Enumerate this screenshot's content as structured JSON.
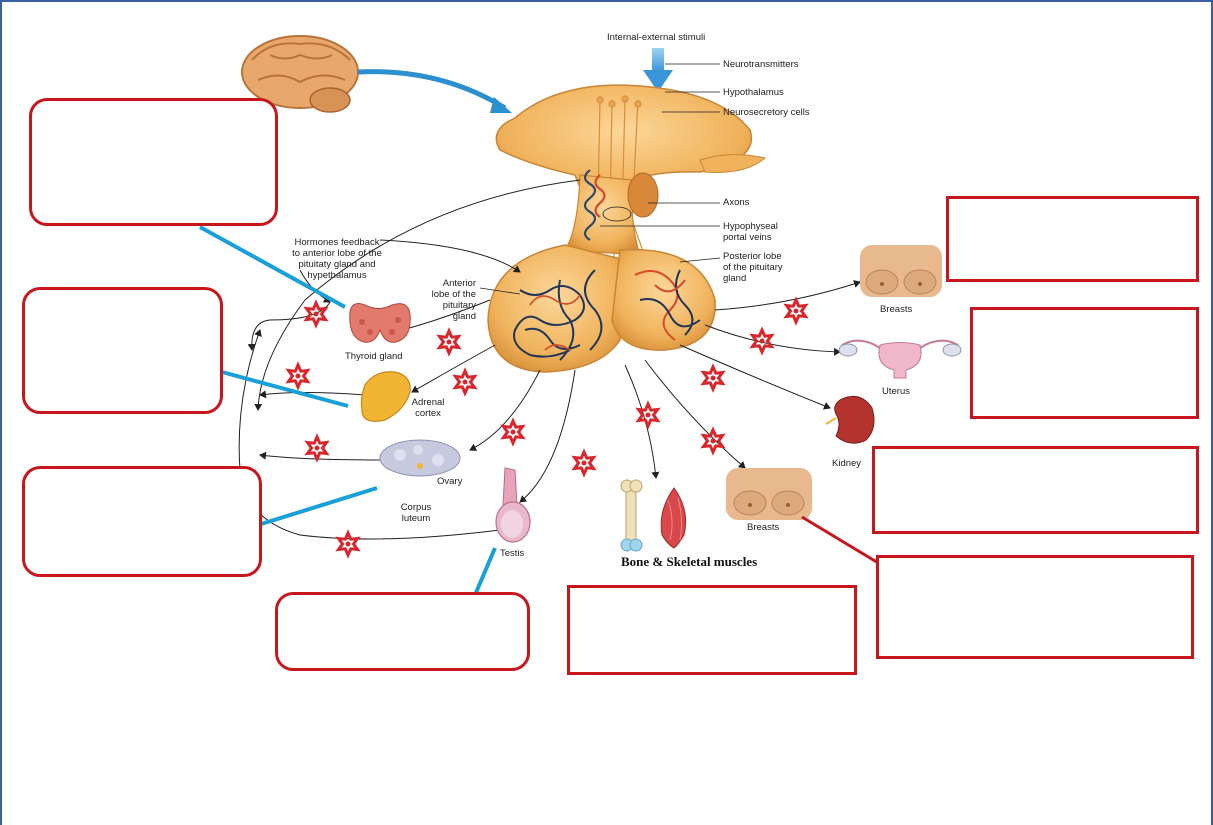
{
  "labels": {
    "stimuli": "Internal-external stimuli",
    "neurotransmitters": "Neurotransmitters",
    "hypothalamus": "Hypothalamus",
    "neurosecretory": "Neurosecretory cells",
    "axons": "Axons",
    "portal_veins": "Hypophyseal\nportal veins",
    "posterior_lobe": "Posterior lobe\nof the pituitary\ngland",
    "anterior_lobe": "Anterior\nlobe of the\npituitary\ngland",
    "feedback": "Hormones feedback\nto anterior lobe of the\npituitaty gland and\nhypethalamus",
    "thyroid": "Thyroid gland",
    "adrenal": "Adrenal\ncortex",
    "ovary": "Ovary",
    "corpus_luteum": "Corpus\nluteum",
    "testis": "Testis",
    "bone_muscle": "Bone & Skeletal muscles",
    "breasts_top": "Breasts",
    "uterus": "Uterus",
    "kidney": "Kidney",
    "breasts_bottom": "Breasts"
  },
  "answer_boxes": [
    {
      "id": "box-1",
      "text": ""
    },
    {
      "id": "box-2",
      "text": ""
    },
    {
      "id": "box-3",
      "text": ""
    },
    {
      "id": "box-4",
      "text": ""
    },
    {
      "id": "box-5",
      "text": ""
    },
    {
      "id": "box-6",
      "text": ""
    },
    {
      "id": "box-7",
      "text": ""
    },
    {
      "id": "box-8",
      "text": ""
    },
    {
      "id": "box-9",
      "text": ""
    }
  ],
  "colors": {
    "box_border": "#c8161d",
    "leader_line": "#1aa0d8",
    "hormone_star": "#d9262c",
    "gland_tissue": "#f0b35c",
    "frame": "#3b5fa0"
  }
}
